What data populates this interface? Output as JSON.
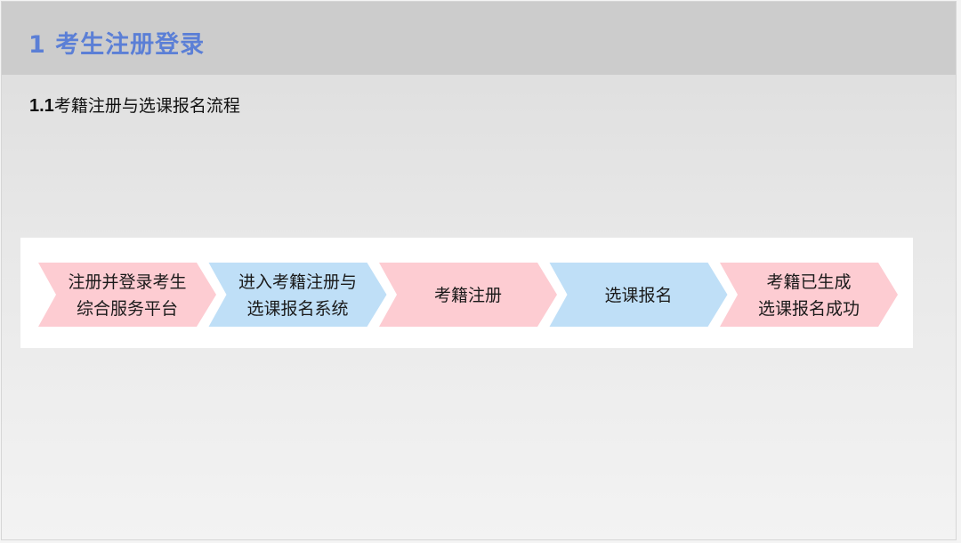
{
  "header": {
    "title": "1 考生注册登录"
  },
  "section": {
    "number": "1.1",
    "title": "考籍注册与选课报名流程"
  },
  "flow": {
    "steps": [
      {
        "lines": [
          "注册并登录考生",
          "综合服务平台"
        ],
        "color": "#fdccd2"
      },
      {
        "lines": [
          "进入考籍注册与",
          "选课报名系统"
        ],
        "color": "#bfdff7"
      },
      {
        "lines": [
          "考籍注册"
        ],
        "color": "#fdccd2"
      },
      {
        "lines": [
          "选课报名"
        ],
        "color": "#bfdff7"
      },
      {
        "lines": [
          "考籍已生成",
          "选课报名成功"
        ],
        "color": "#fdccd2"
      }
    ]
  },
  "colors": {
    "title": "#5b7fd6",
    "header_bg": "#cccccc",
    "pink": "#fdccd2",
    "blue": "#bfdff7"
  }
}
